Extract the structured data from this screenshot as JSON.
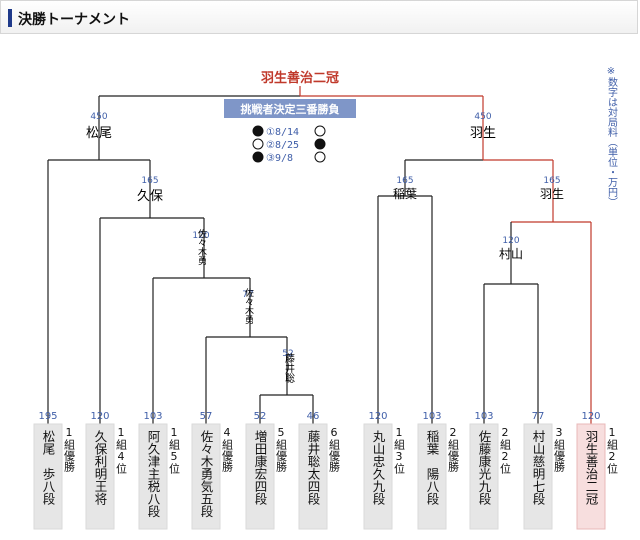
{
  "header": {
    "title": "決勝トーナメント"
  },
  "champion": {
    "title": "羽生善治二冠",
    "match_label": "挑戦者決定三番勝負",
    "games": [
      {
        "label": "①8/14",
        "left": "win",
        "right": "loss"
      },
      {
        "label": "②8/25",
        "left": "loss",
        "right": "win"
      },
      {
        "label": "③9/8",
        "left": "win",
        "right": "loss"
      }
    ]
  },
  "side_note": "※数字は対局料（単位・万円）",
  "colors": {
    "accent_red": "#c0392b",
    "fee_blue": "#3f5ea8",
    "label_bg": "#7f96c8"
  },
  "players": [
    {
      "fee": "195",
      "name": "松尾　歩八段",
      "group": "1組優勝"
    },
    {
      "fee": "120",
      "name": "久保利明王将",
      "group": "1組4位"
    },
    {
      "fee": "103",
      "name": "阿久津主税八段",
      "group": "1組5位"
    },
    {
      "fee": "57",
      "name": "佐々木勇気五段",
      "group": "4組優勝"
    },
    {
      "fee": "52",
      "name": "増田康宏四段",
      "group": "5組優勝"
    },
    {
      "fee": "46",
      "name": "藤井聡太四段",
      "group": "6組優勝"
    },
    {
      "fee": "120",
      "name": "丸山忠久九段",
      "group": "1組3位"
    },
    {
      "fee": "103",
      "name": "稲葉　陽八段",
      "group": "2組優勝"
    },
    {
      "fee": "103",
      "name": "佐藤康光九段",
      "group": "2組2位"
    },
    {
      "fee": "77",
      "name": "村山慈明七段",
      "group": "3組優勝"
    },
    {
      "fee": "120",
      "name": "羽生善治二冠",
      "group": "1組2位"
    }
  ],
  "winners": [
    {
      "fee": "52",
      "name": "藤井聡"
    },
    {
      "fee": "77",
      "name": "佐々木勇"
    },
    {
      "fee": "120",
      "name": "佐々木勇"
    },
    {
      "fee": "165",
      "name": "久保"
    },
    {
      "fee": "450",
      "name": "松尾"
    },
    {
      "fee": "165",
      "name": "稲葉"
    },
    {
      "fee": "120",
      "name": "村山"
    },
    {
      "fee": "165",
      "name": "羽生"
    },
    {
      "fee": "450",
      "name": "羽生"
    }
  ]
}
